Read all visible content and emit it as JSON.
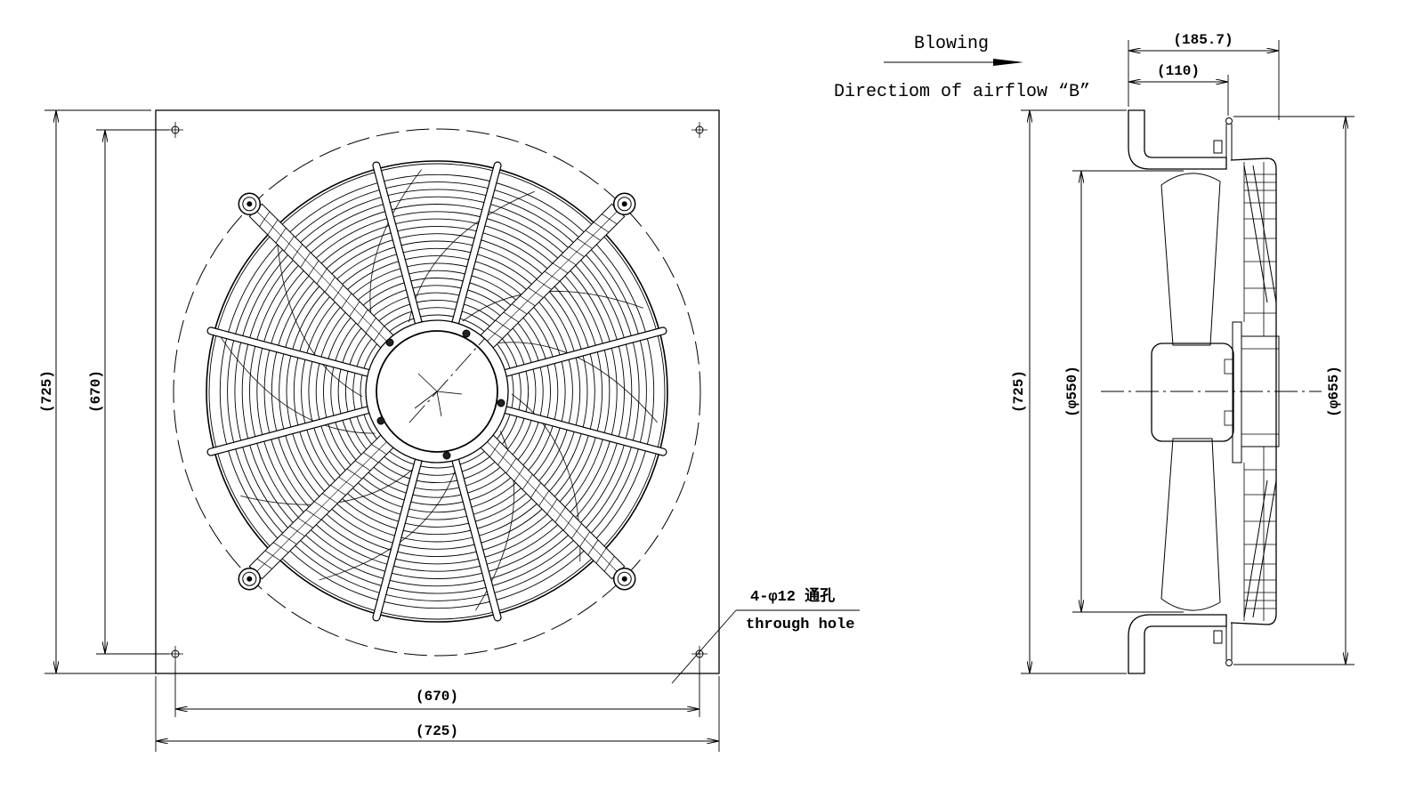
{
  "front_view": {
    "dim_plate_height": "(725)",
    "dim_hole_spacing_vertical": "(670)",
    "dim_hole_spacing_horizontal": "(670)",
    "dim_plate_width": "(725)",
    "hole_note": "4-φ12 通孔",
    "hole_note_en": "through hole"
  },
  "side_view": {
    "airflow_label": "Blowing",
    "airflow_direction": "Directiom of airflow “B”",
    "dim_overall_depth": "(185.7)",
    "dim_flange_to_guard": "(110)",
    "dim_plate_height": "(725)",
    "dim_impeller_diameter": "(φ550)",
    "dim_guard_diameter": "(φ655)"
  },
  "colors": {
    "line": "#000000",
    "background": "#ffffff"
  }
}
